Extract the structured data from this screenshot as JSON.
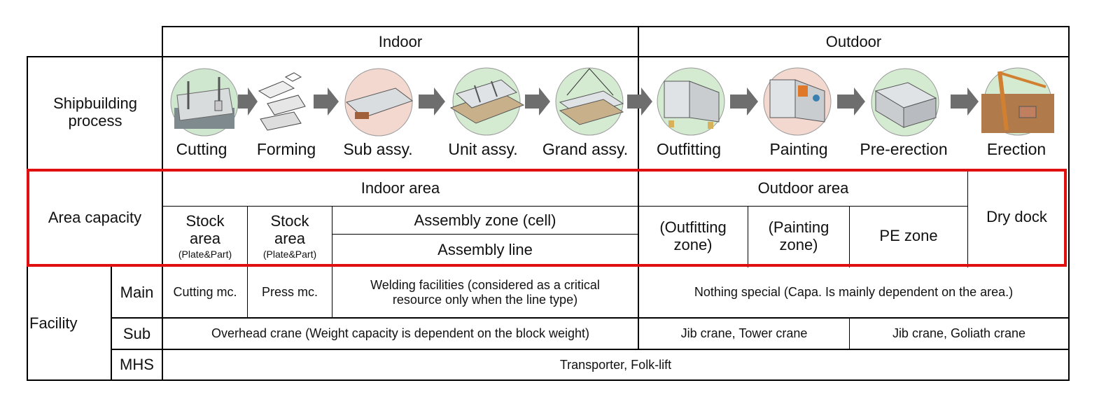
{
  "header": {
    "indoor": "Indoor",
    "outdoor": "Outdoor"
  },
  "process": {
    "label": "Shipbuilding process",
    "steps": [
      {
        "label": "Cutting",
        "icon": "cutting-machine-icon"
      },
      {
        "label": "Forming",
        "icon": "forming-press-icon"
      },
      {
        "label": "Sub assy.",
        "icon": "sub-assembly-icon"
      },
      {
        "label": "Unit assy.",
        "icon": "unit-assembly-icon"
      },
      {
        "label": "Grand assy.",
        "icon": "grand-assembly-icon"
      },
      {
        "label": "Outfitting",
        "icon": "outfitting-icon"
      },
      {
        "label": "Painting",
        "icon": "painting-icon"
      },
      {
        "label": "Pre-erection",
        "icon": "pre-erection-icon"
      },
      {
        "label": "Erection",
        "icon": "erection-crane-icon"
      }
    ]
  },
  "area": {
    "label": "Area capacity",
    "indoor_area": "Indoor area",
    "outdoor_area": "Outdoor area",
    "stock1": {
      "title": "Stock area",
      "sub": "(Plate&Part)"
    },
    "stock2": {
      "title": "Stock area",
      "sub": "(Plate&Part)"
    },
    "assembly_zone": "Assembly zone (cell)",
    "assembly_line": "Assembly line",
    "outfitting_zone": "(Outfitting zone)",
    "painting_zone": "(Painting zone)",
    "pe_zone": "PE zone",
    "dry_dock": "Dry dock"
  },
  "facility": {
    "label": "Facility",
    "main": {
      "label": "Main",
      "cutting": "Cutting mc.",
      "press": "Press mc.",
      "welding": "Welding facilities (considered as a critical resource only when the line type)",
      "outdoor": "Nothing special (Capa. Is mainly dependent on the area.)"
    },
    "sub": {
      "label": "Sub",
      "indoor": "Overhead crane (Weight capacity is dependent on the block weight)",
      "outdoor1": "Jib crane, Tower crane",
      "outdoor2": "Jib crane, Goliath crane"
    },
    "mhs": {
      "label": "MHS",
      "all": "Transporter, Folk-lift"
    }
  },
  "colors": {
    "highlight": "#e01010",
    "arrow": "#6e6e6e",
    "grid": "#000000"
  }
}
